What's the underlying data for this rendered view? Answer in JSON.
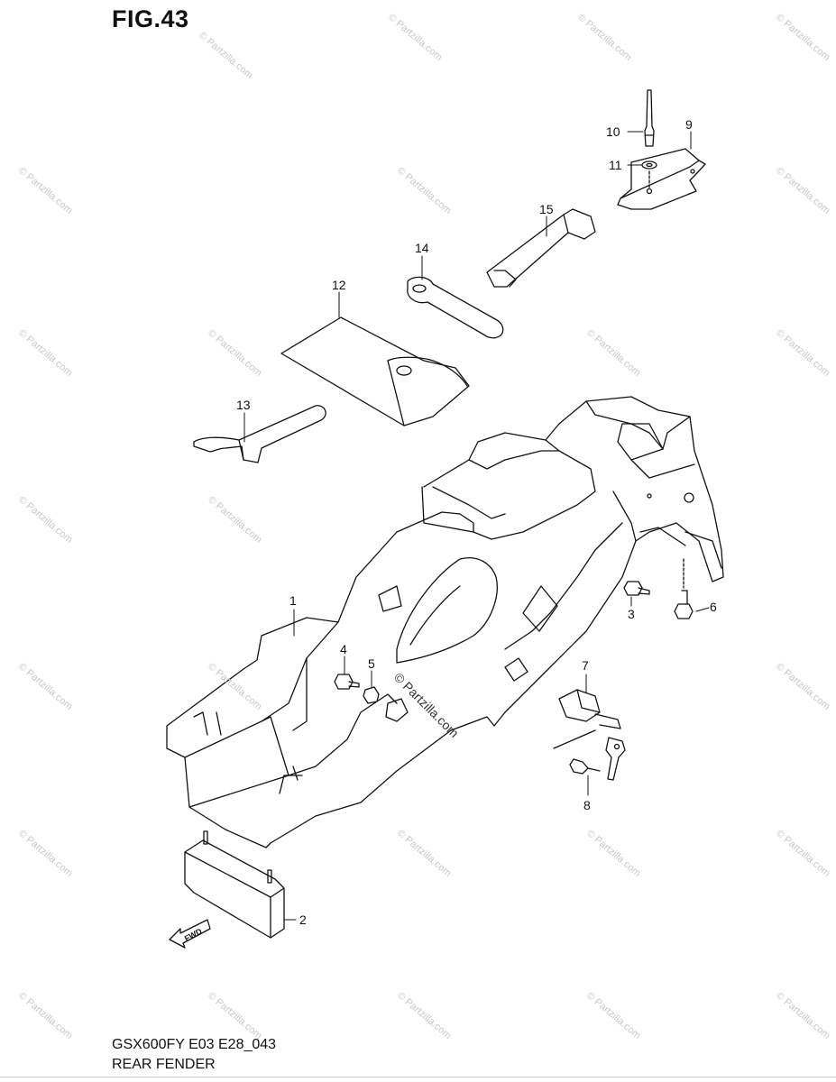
{
  "figure": {
    "title": "FIG.43",
    "model_code": "GSX600FY E03 E28_043",
    "section_name": "REAR FENDER"
  },
  "callouts": [
    {
      "id": "1",
      "label": "1"
    },
    {
      "id": "2",
      "label": "2"
    },
    {
      "id": "3",
      "label": "3"
    },
    {
      "id": "4",
      "label": "4"
    },
    {
      "id": "5",
      "label": "5"
    },
    {
      "id": "6",
      "label": "6"
    },
    {
      "id": "7",
      "label": "7"
    },
    {
      "id": "8",
      "label": "8"
    },
    {
      "id": "9",
      "label": "9"
    },
    {
      "id": "10",
      "label": "10"
    },
    {
      "id": "11",
      "label": "11"
    },
    {
      "id": "12",
      "label": "12"
    },
    {
      "id": "13",
      "label": "13"
    },
    {
      "id": "14",
      "label": "14"
    },
    {
      "id": "15",
      "label": "15"
    }
  ],
  "direction_arrow": {
    "label": "FWD"
  },
  "watermark": {
    "text": "© Partzilla.com"
  },
  "colors": {
    "line": "#111111",
    "watermark": "#c8c8c8",
    "background": "#ffffff"
  }
}
